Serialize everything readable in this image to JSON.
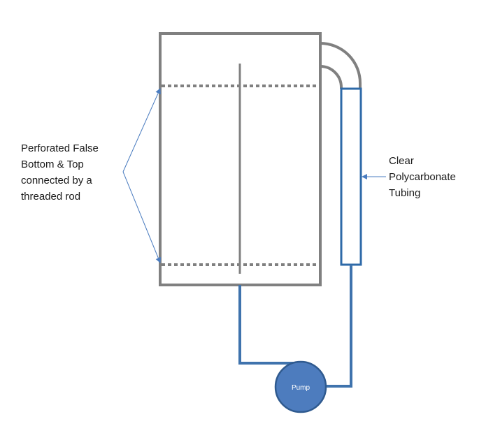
{
  "labels": {
    "false_bottom": [
      "Perforated False",
      "Bottom & Top",
      "connected by a",
      "threaded rod"
    ],
    "tubing": [
      "Clear",
      "Polycarbonate",
      "Tubing"
    ],
    "pump": "Pump"
  },
  "colors": {
    "vessel_gray": "#808080",
    "pipe_blue": "#3f73ad",
    "pump_fill": "#4d7cbe",
    "pump_stroke": "#2f5a8f",
    "arrow_blue": "#4a7cc0"
  }
}
